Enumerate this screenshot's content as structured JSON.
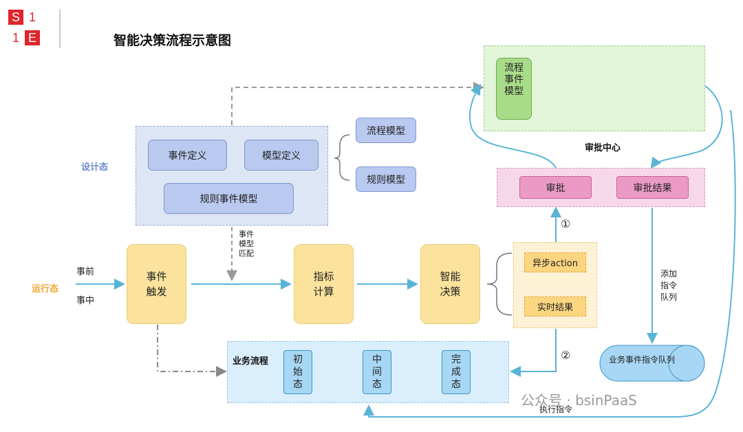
{
  "logo": {
    "c1": "S",
    "c2": "1",
    "c3": "1",
    "c4": "E"
  },
  "title": "智能决策流程示意图",
  "design": {
    "label": "设计态",
    "event_def": "事件定义",
    "model_def": "模型定义",
    "rule_event_model": "规则事件模型",
    "flow_model": "流程模型",
    "rule_model": "规则模型"
  },
  "approval_center": {
    "label": "审批中心",
    "flow_event_model": "流程\n事件\n模型"
  },
  "approval": {
    "approve": "审批",
    "approve_result": "审批结果"
  },
  "runtime": {
    "label": "运行态",
    "before": "事前",
    "during": "事中",
    "event_trigger": "事件\n触发",
    "indicator_calc": "指标\n计算",
    "smart_decision": "智能\n决策",
    "match_note": "事件\n模型\n匹配"
  },
  "results": {
    "async_action": "异步action",
    "realtime_result": "实时结果"
  },
  "markers": {
    "one": "①",
    "two": "②"
  },
  "queue": {
    "add_note": "添加\n指令\n队列",
    "label": "业务事件指令队列"
  },
  "business": {
    "label": "业务流程",
    "initial": "初\n始\n态",
    "middle": "中\n间\n态",
    "done": "完\n成\n态",
    "exec_cmd": "执行指令"
  },
  "watermark": "公众号 · bsinPaaS",
  "colors": {
    "arrow_blue": "#5ab4d6",
    "dash_gray": "#9a9a9a",
    "logo_red": "#e0242c"
  }
}
